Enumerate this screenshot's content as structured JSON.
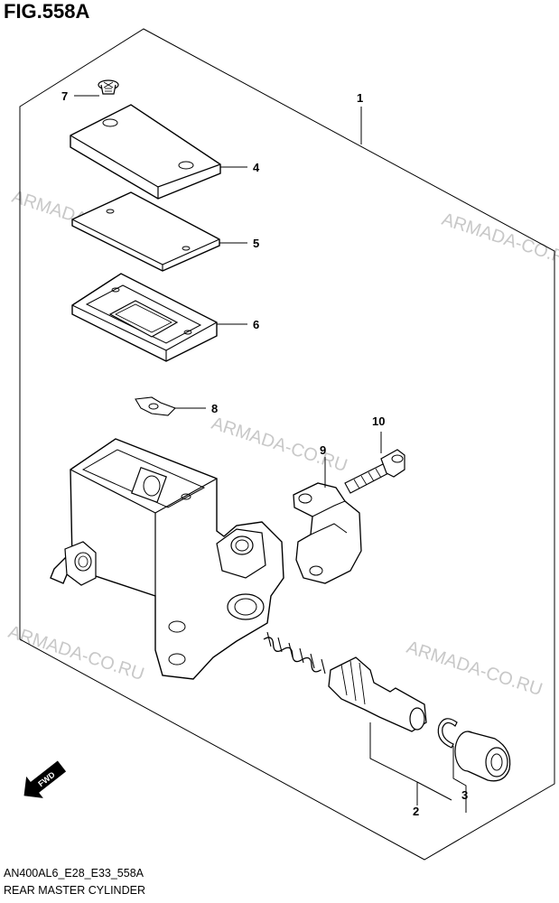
{
  "figure": {
    "title": "FIG.558A",
    "model_code": "AN400AL6_E28_E33_558A",
    "assembly_name": "REAR MASTER CYLINDER"
  },
  "watermark": "ARMADA-CO.RU",
  "direction_label": "FWD",
  "callouts": [
    "1",
    "2",
    "3",
    "4",
    "5",
    "6",
    "7",
    "8",
    "9",
    "10"
  ]
}
